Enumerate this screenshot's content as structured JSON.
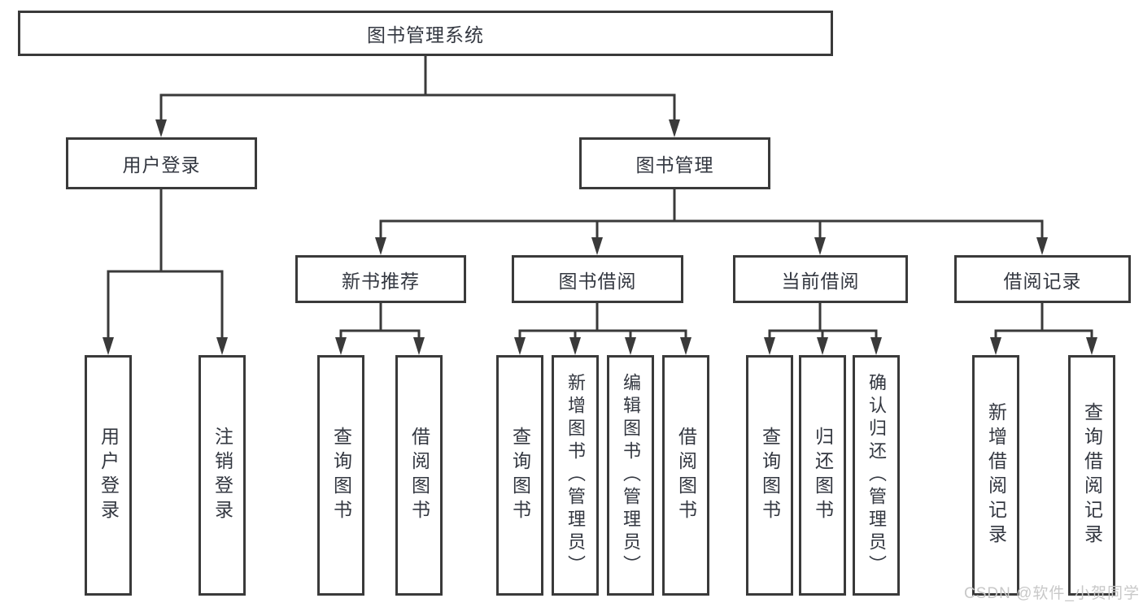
{
  "diagram": {
    "type": "function-structure-tree",
    "colors": {
      "line": "#3a3a3a",
      "box_border": "#3a3a3a",
      "box_background": "#ffffff",
      "text": "#333740",
      "watermark": "#c8c8c8"
    },
    "nodes": {
      "root": "图书管理系统",
      "user_login": "用户登录",
      "book_mgmt": "图书管理",
      "new_books": "新书推荐",
      "book_borrow": "图书借阅",
      "current_borrow": "当前借阅",
      "borrow_records": "借阅记录",
      "ul_login": "用户登录",
      "ul_logout": "注销登录",
      "nb_query": "查询图书",
      "nb_borrow": "借阅图书",
      "bb_query": "查询图书",
      "bb_add": "新增图书（管理员）",
      "bb_edit": "编辑图书（管理员）",
      "bb_borrow": "借阅图书",
      "cb_query": "查询图书",
      "cb_return": "归还图书",
      "cb_confirm": "确认归还（管理员）",
      "br_add": "新增借阅记录",
      "br_query": "查询借阅记录"
    },
    "hierarchy": {
      "图书管理系统": {
        "用户登录": [
          "用户登录",
          "注销登录"
        ],
        "图书管理": {
          "新书推荐": [
            "查询图书",
            "借阅图书"
          ],
          "图书借阅": [
            "查询图书",
            "新增图书（管理员）",
            "编辑图书（管理员）",
            "借阅图书"
          ],
          "当前借阅": [
            "查询图书",
            "归还图书",
            "确认归还（管理员）"
          ],
          "借阅记录": [
            "新增借阅记录",
            "查询借阅记录"
          ]
        }
      }
    },
    "watermark": "CSDN @软件_小贺同学"
  }
}
